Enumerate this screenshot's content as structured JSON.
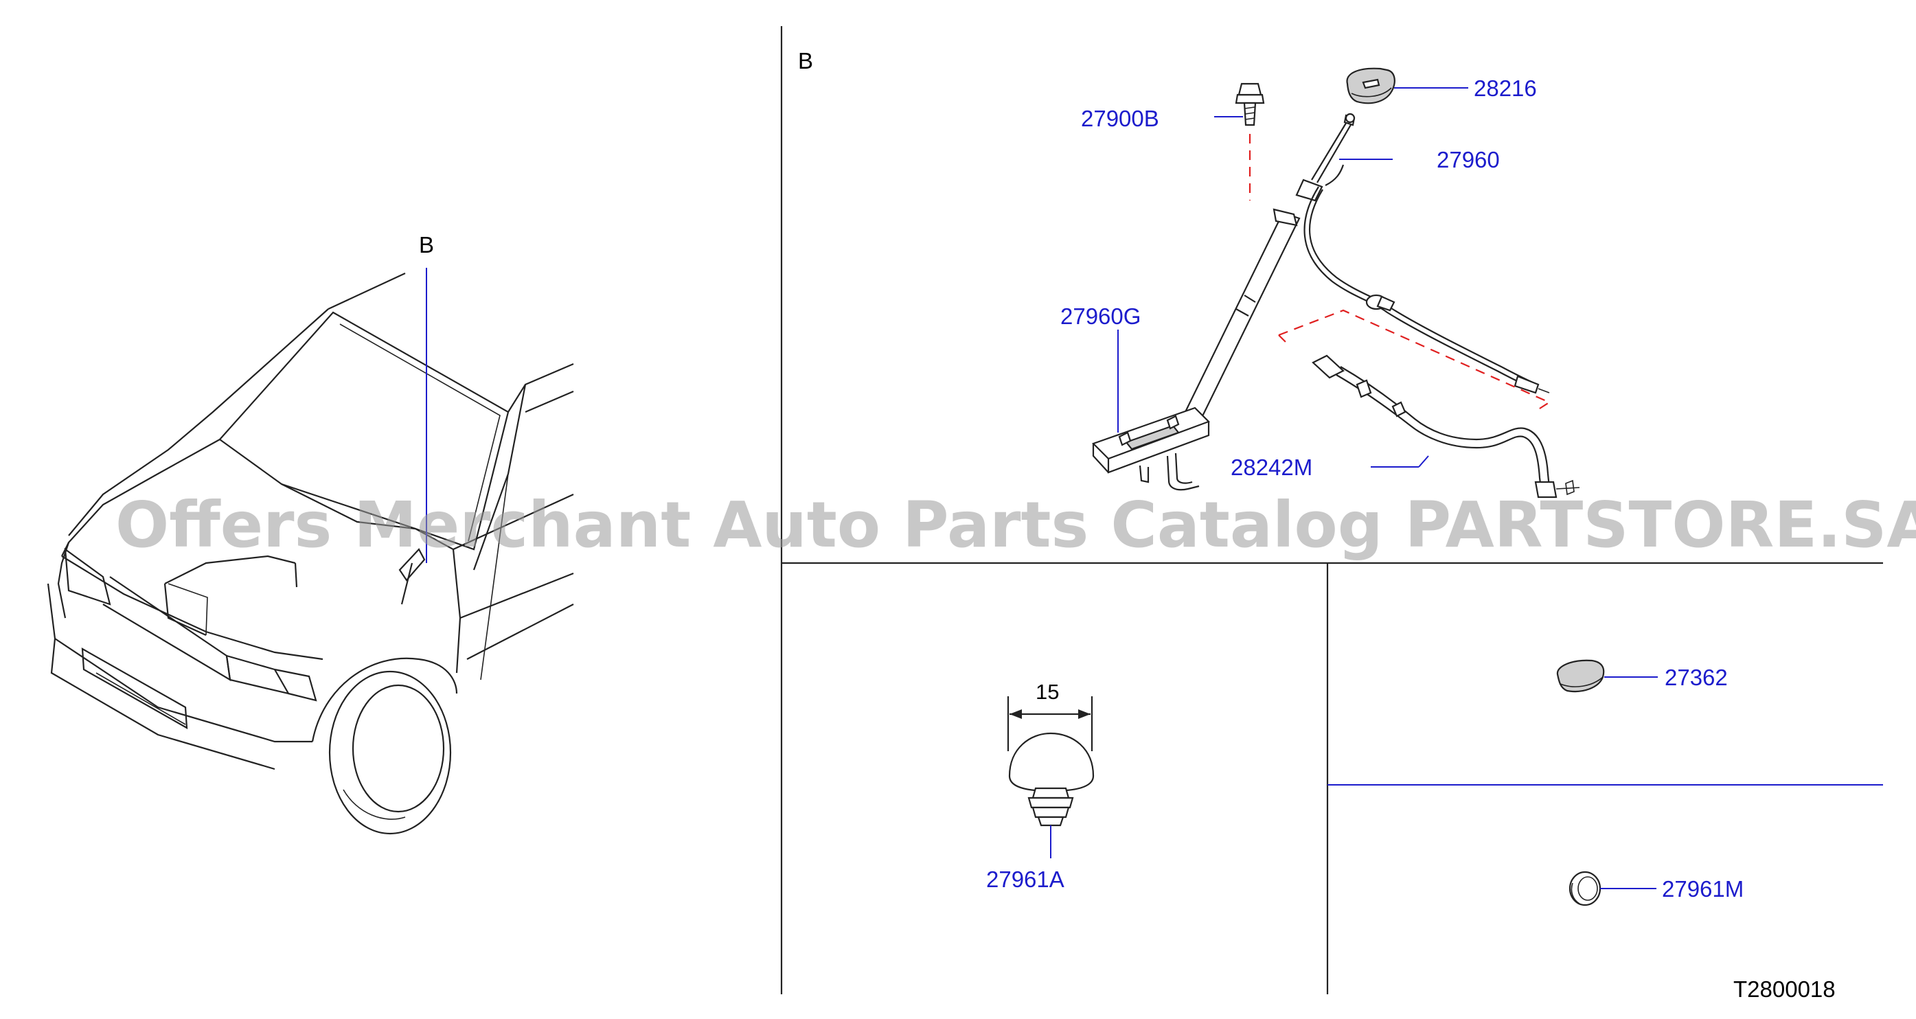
{
  "view_marker": "B",
  "panel_marker": "B",
  "parts": {
    "p27900b": "27900B",
    "p28216": "28216",
    "p27960": "27960",
    "p27960g": "27960G",
    "p28242m": "28242M",
    "p27961a": "27961A",
    "p27362": "27362",
    "p27961m": "27961M"
  },
  "dimension": "15",
  "drawing_code": "T2800018",
  "watermark": "Offers Merchant Auto Parts Catalog PARTSTORE.SA",
  "colors": {
    "label": "#1c1ccc",
    "phantom_line": "#e02020",
    "line": "#222222"
  }
}
